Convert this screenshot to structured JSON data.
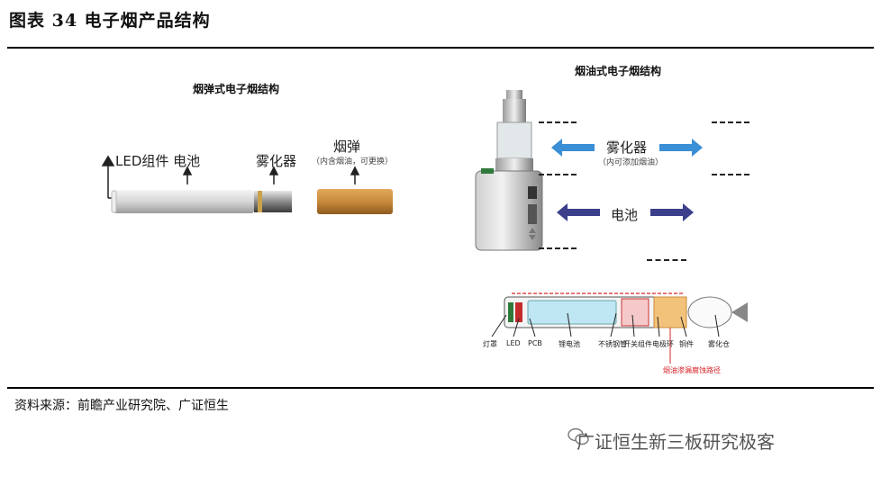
{
  "header": {
    "title": "图表 34 电子烟产品结构"
  },
  "left_panel": {
    "title": "烟弹式电子烟结构",
    "labels": {
      "led_battery": "LED组件 电池",
      "atomizer": "雾化器",
      "cartridge": "烟弹",
      "cartridge_note": "（内含烟油，可更换）"
    }
  },
  "right_panel": {
    "title": "烟油式电子烟结构",
    "labels": {
      "atomizer": "雾化器",
      "atomizer_note": "（内可添加烟油）",
      "battery": "电池"
    },
    "diagram_annotations": [
      "灯罩",
      "LED",
      "PCB",
      "锂电池",
      "不锈钢管",
      "开关组件",
      "电极环",
      "铜件",
      "雾化仓"
    ],
    "leak_path_label": "烟油渗漏腐蚀路径"
  },
  "footer": {
    "source": "资料来源：前瞻产业研究院、广证恒生",
    "watermark": "广证恒生新三板研究极客"
  },
  "colors": {
    "arrow_blue": "#3a8fd6",
    "arrow_navy": "#3b3f8c",
    "cartridge_brown": "#c98a3c",
    "leak_red": "#d9262b",
    "battery_cyan": "#bfe6f3"
  }
}
